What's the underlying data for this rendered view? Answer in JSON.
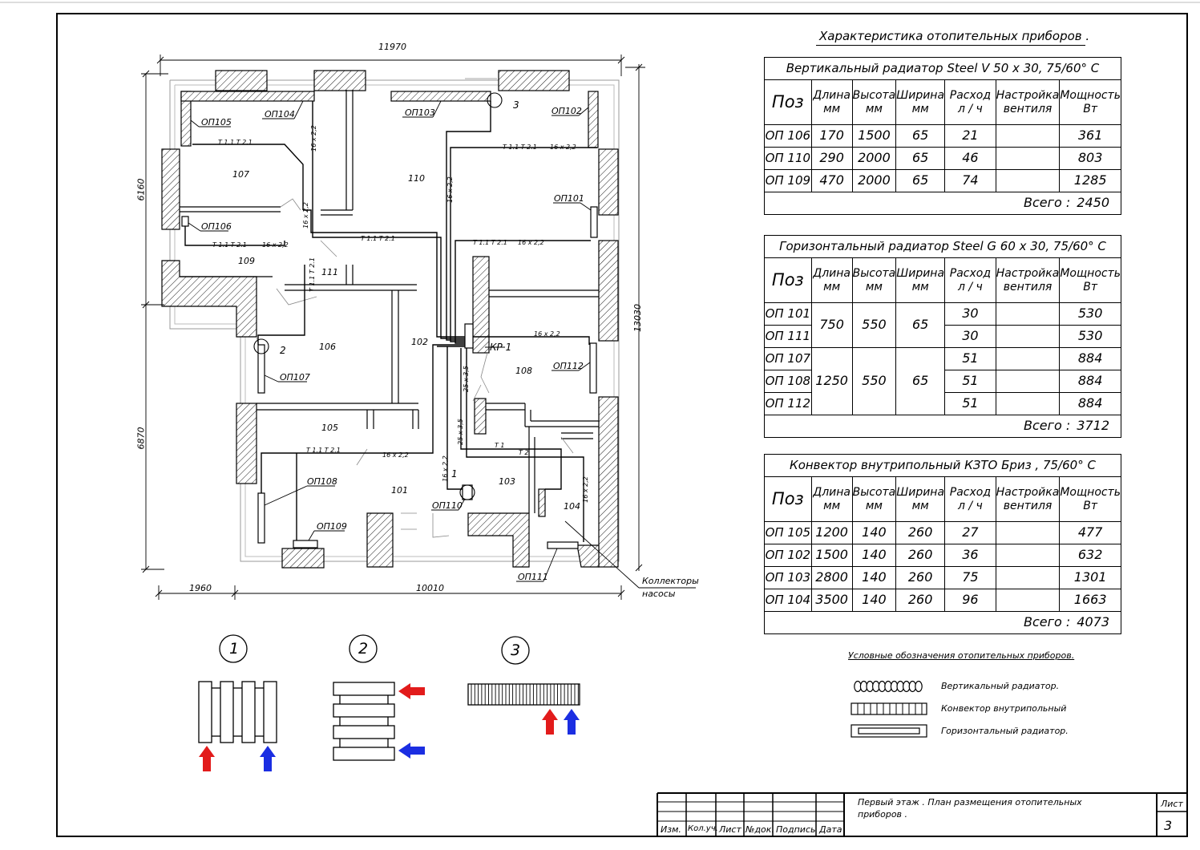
{
  "tables_title": "Характеристика отопительных приборов .",
  "columns": {
    "pos": "Поз",
    "length": [
      "Длина",
      "мм"
    ],
    "height": [
      "Высота",
      "мм"
    ],
    "width": [
      "Ширина",
      "мм"
    ],
    "flow": [
      "Расход",
      "л / ч"
    ],
    "valve": [
      "Настройка",
      "вентиля"
    ],
    "power": [
      "Мощность",
      "Вт"
    ]
  },
  "table1": {
    "caption": "Вертикальный радиатор  Steel V 50 x 30, 75/60° С",
    "rows": [
      {
        "pos": "ОП 106",
        "length": "170",
        "height": "1500",
        "width": "65",
        "flow": "21",
        "valve": "",
        "power": "361"
      },
      {
        "pos": "ОП 110",
        "length": "290",
        "height": "2000",
        "width": "65",
        "flow": "46",
        "valve": "",
        "power": "803"
      },
      {
        "pos": "ОП 109",
        "length": "470",
        "height": "2000",
        "width": "65",
        "flow": "74",
        "valve": "",
        "power": "1285"
      }
    ],
    "total_label": "Всего :",
    "total_value": "2450"
  },
  "table2": {
    "caption": "Горизонтальный радиатор  Steel G 60 x 30, 75/60° С",
    "rows": [
      {
        "pos": "ОП 101",
        "flow": "30",
        "valve": "",
        "power": "530"
      },
      {
        "pos": "ОП 111",
        "flow": "30",
        "valve": "",
        "power": "530"
      },
      {
        "pos": "ОП 107",
        "flow": "51",
        "valve": "",
        "power": "884"
      },
      {
        "pos": "ОП 108",
        "flow": "51",
        "valve": "",
        "power": "884"
      },
      {
        "pos": "ОП 112",
        "flow": "51",
        "valve": "",
        "power": "884"
      }
    ],
    "groups": [
      {
        "length": "750",
        "height": "550",
        "width": "65"
      },
      {
        "length": "1250",
        "height": "550",
        "width": "65"
      }
    ],
    "total_label": "Всего :",
    "total_value": "3712"
  },
  "table3": {
    "caption": "Конвектор внутрипольный КЗТО Бриз , 75/60° С",
    "rows": [
      {
        "pos": "ОП 105",
        "length": "1200",
        "height": "140",
        "width": "260",
        "flow": "27",
        "valve": "",
        "power": "477"
      },
      {
        "pos": "ОП 102",
        "length": "1500",
        "height": "140",
        "width": "260",
        "flow": "36",
        "valve": "",
        "power": "632"
      },
      {
        "pos": "ОП 103",
        "length": "2800",
        "height": "140",
        "width": "260",
        "flow": "75",
        "valve": "",
        "power": "1301"
      },
      {
        "pos": "ОП 104",
        "length": "3500",
        "height": "140",
        "width": "260",
        "flow": "96",
        "valve": "",
        "power": "1663"
      }
    ],
    "total_label": "Всего :",
    "total_value": "4073"
  },
  "legend": {
    "title": "Условные обозначения отопительных приборов.",
    "items": [
      "Вертикальный радиатор.",
      "Конвектор внутрипольный",
      "Горизонтальный радиатор."
    ]
  },
  "plan": {
    "dims": {
      "top": "11970",
      "left_upper": "6160",
      "left_lower": "6870",
      "right": "13030",
      "bottom_left": "1960",
      "bottom": "10010"
    },
    "rooms": [
      "107",
      "110",
      "109",
      "111",
      "106",
      "102",
      "108",
      "105",
      "101",
      "103",
      "104"
    ],
    "devices": [
      "ОП105",
      "ОП104",
      "ОП103",
      "ОП102",
      "ОП101",
      "ОП106",
      "ОП107",
      "ОП112",
      "ОП108",
      "ОП109",
      "ОП110",
      "ОП111"
    ],
    "collector": "КР 1",
    "pipe_labels": {
      "t": "Т 1.1  Т 2.1",
      "d16": "16 x 2,2",
      "d25": "25 x 3,5",
      "t1": "Т 1",
      "t2": "Т 2"
    },
    "callouts": [
      "1",
      "2",
      "3"
    ],
    "note": [
      "Коллекторы",
      "насосы"
    ]
  },
  "details": {
    "labels": [
      "1",
      "2",
      "3"
    ]
  },
  "stamp": {
    "headers": [
      "Изм.",
      "Кол.уч.",
      "Лист",
      "№док.",
      "Подпись",
      "Дата"
    ],
    "title_lines": [
      "Первый этаж . План размещения отопительных",
      "приборов ."
    ],
    "sheet_label": "Лист",
    "sheet_no": "3"
  },
  "colors": {
    "supply": "#e21b1b",
    "return": "#1b2ee2"
  }
}
